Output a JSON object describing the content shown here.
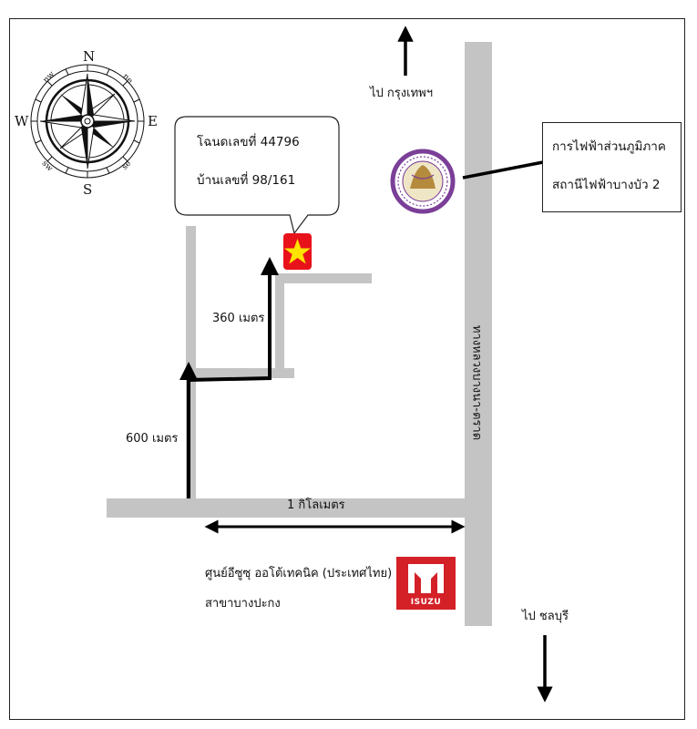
{
  "map": {
    "compass": {
      "n": "N",
      "s": "S",
      "e": "E",
      "w": "W",
      "nw": "nw",
      "ne": "ne",
      "sw": "sw",
      "se": "se"
    },
    "to_bangkok": "ไป กรุงเทพฯ",
    "to_chonburi": "ไป ชลบุรี",
    "callout": {
      "deed": "โฉนดเลขที่ 44796",
      "house_no": "บ้านเลขที่ 98/161"
    },
    "pea": {
      "line1": "การไฟฟ้าส่วนภูมิภาค",
      "line2": "สถานีไฟฟ้าบางบัว 2"
    },
    "main_road": "ทางหลวงบางนา-ตราด",
    "distance_360": "360 เมตร",
    "distance_600": "600 เมตร",
    "distance_1km": "1 กิโลเมตร",
    "isuzu": {
      "line1": "ศูนย์อีซูซุ ออโต้เทคนิค (ประเทศไทย)",
      "line2": "สาขาบางปะกง",
      "logo_text": "ISUZU"
    },
    "colors": {
      "road": "#c4c4c4",
      "route": "#000000",
      "marker": "#e8121b",
      "star": "#ffe400",
      "pea_purple": "#7b3f98",
      "isuzu_red": "#d42027"
    },
    "icons": [
      "compass-rose-icon",
      "star-marker-icon",
      "pea-logo-icon",
      "isuzu-logo-icon"
    ]
  }
}
